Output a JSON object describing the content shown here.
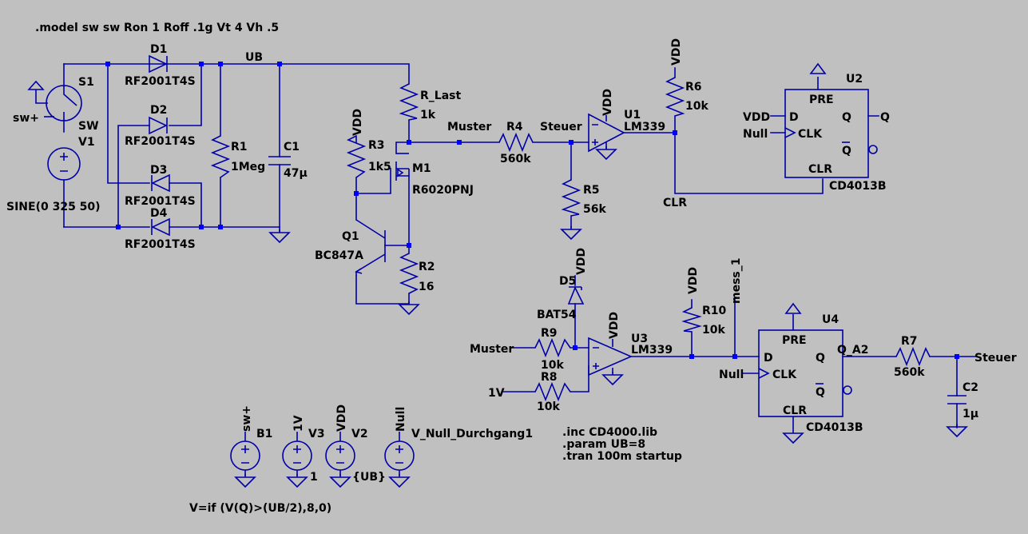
{
  "directives": {
    "model": ".model sw sw Ron 1 Roff .1g Vt 4 Vh .5",
    "inc": ".inc CD4000.lib",
    "param": ".param UB=8",
    "tran": ".tran 100m startup",
    "b1_expr": "V=if (V(Q)>(UB/2),8,0)"
  },
  "nets": {
    "ub": "UB",
    "vdd": "VDD",
    "muster": "Muster",
    "steuer": "Steuer",
    "clr": "CLR",
    "null": "Null",
    "sw_plus": "sw+",
    "one_v": "1V",
    "mess_1": "mess_1",
    "q_a2": "Q_A2",
    "q": "Q"
  },
  "components": {
    "s1": {
      "ref": "S1",
      "value": "SW"
    },
    "v1": {
      "ref": "V1",
      "value": "SINE(0 325 50)"
    },
    "d1": {
      "ref": "D1",
      "value": "RF2001T4S"
    },
    "d2": {
      "ref": "D2",
      "value": "RF2001T4S"
    },
    "d3": {
      "ref": "D3",
      "value": "RF2001T4S"
    },
    "d4": {
      "ref": "D4",
      "value": "RF2001T4S"
    },
    "r1": {
      "ref": "R1",
      "value": "1Meg"
    },
    "c1": {
      "ref": "C1",
      "value": "47µ"
    },
    "r_last": {
      "ref": "R_Last",
      "value": "1k"
    },
    "r3": {
      "ref": "R3",
      "value": "1k5"
    },
    "m1": {
      "ref": "M1",
      "value": "R6020PNJ"
    },
    "q1": {
      "ref": "Q1",
      "value": "BC847A"
    },
    "r2": {
      "ref": "R2",
      "value": "16"
    },
    "r4": {
      "ref": "R4",
      "value": "560k"
    },
    "r5": {
      "ref": "R5",
      "value": "56k"
    },
    "u1": {
      "ref": "U1",
      "value": "LM339"
    },
    "r6": {
      "ref": "R6",
      "value": "10k"
    },
    "u2": {
      "ref": "U2",
      "value": "CD4013B"
    },
    "d5": {
      "ref": "D5",
      "value": "BAT54"
    },
    "r9": {
      "ref": "R9",
      "value": "10k"
    },
    "r8": {
      "ref": "R8",
      "value": "10k"
    },
    "u3": {
      "ref": "U3",
      "value": "LM339"
    },
    "r10": {
      "ref": "R10",
      "value": "10k"
    },
    "u4": {
      "ref": "U4",
      "value": "CD4013B"
    },
    "r7": {
      "ref": "R7",
      "value": "560k"
    },
    "c2": {
      "ref": "C2",
      "value": "1µ"
    },
    "b1": {
      "ref": "B1"
    },
    "v3": {
      "ref": "V3",
      "value": "1"
    },
    "v2": {
      "ref": "V2",
      "value": "{UB}"
    },
    "v_null": {
      "ref": "V_Null_Durchgang1"
    }
  },
  "pins": {
    "pre": "PRE",
    "d": "D",
    "clk": "CLK",
    "q": "Q",
    "qbar": "Q",
    "clr": "CLR"
  }
}
